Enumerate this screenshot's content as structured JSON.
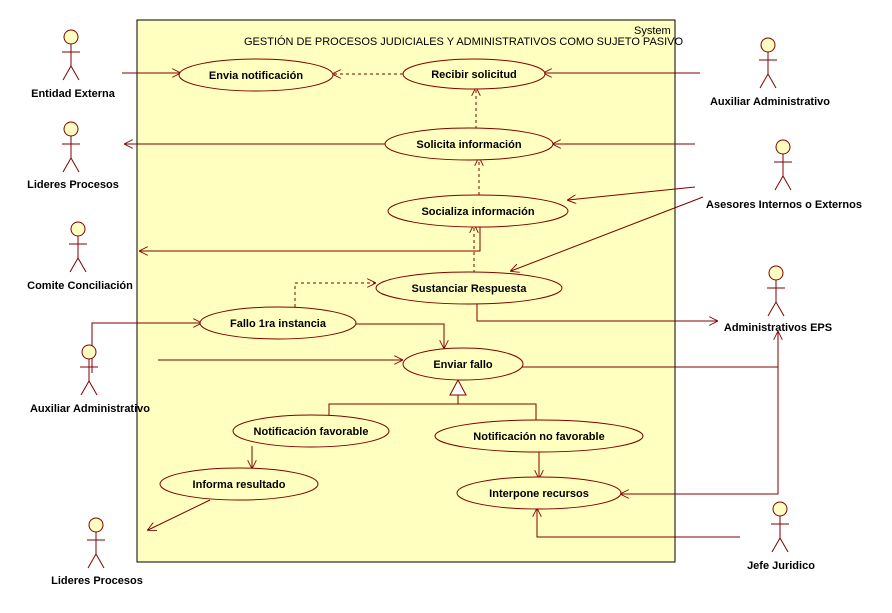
{
  "system": {
    "label": "System",
    "title": "GESTIÓN DE PROCESOS JUDICIALES Y ADMINISTRATIVOS COMO SUJETO PASIVO"
  },
  "colors": {
    "boundary_fill": "#ffffc0",
    "stroke": "#800000",
    "usecase_fill": "#ffffc0"
  },
  "actors": {
    "entidad_externa": "Entidad Externa",
    "lideres_procesos_1": "Lideres Procesos",
    "comite_conciliacion": "Comite Conciliación",
    "auxiliar_administrativo_left": "Auxiliar Administrativo",
    "lideres_procesos_2": "Lideres Procesos",
    "auxiliar_administrativo_right": "Auxiliar Administrativo",
    "asesores": "Asesores Internos o Externos",
    "administrativos_eps": "Administrativos EPS",
    "jefe_juridico": "Jefe Juridico"
  },
  "use_cases": {
    "envia_notificacion": "Envia notificación",
    "recibir_solicitud": "Recibir solicitud",
    "solicita_informacion": "Solicita información",
    "socializa_informacion": "Socializa información",
    "sustanciar_respuesta": "Sustanciar Respuesta",
    "fallo_1ra_instancia": "Fallo 1ra instancia",
    "enviar_fallo": "Enviar fallo",
    "notificacion_favorable": "Notificación favorable",
    "notificacion_no_favorable": "Notificación no favorable",
    "informa_resultado": "Informa resultado",
    "interpone_recursos": "Interpone recursos"
  }
}
